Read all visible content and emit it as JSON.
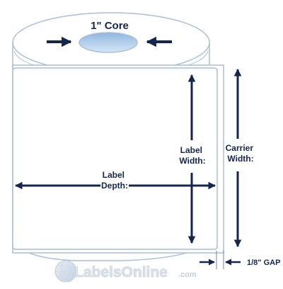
{
  "diagram": {
    "core_label": "1\" Core",
    "label_width": [
      "Label",
      "Width:"
    ],
    "carrier_width": [
      "Carrier",
      "Width:"
    ],
    "label_depth": [
      "Label",
      "Depth:"
    ],
    "gap_label": "1/8\" GAP"
  },
  "logo": {
    "name": "LabelsOnline",
    "suffix": ".com"
  },
  "colors": {
    "arrow": "#15264e",
    "outline": "#a9bfd9",
    "core_fill": "#b9d4ee"
  }
}
